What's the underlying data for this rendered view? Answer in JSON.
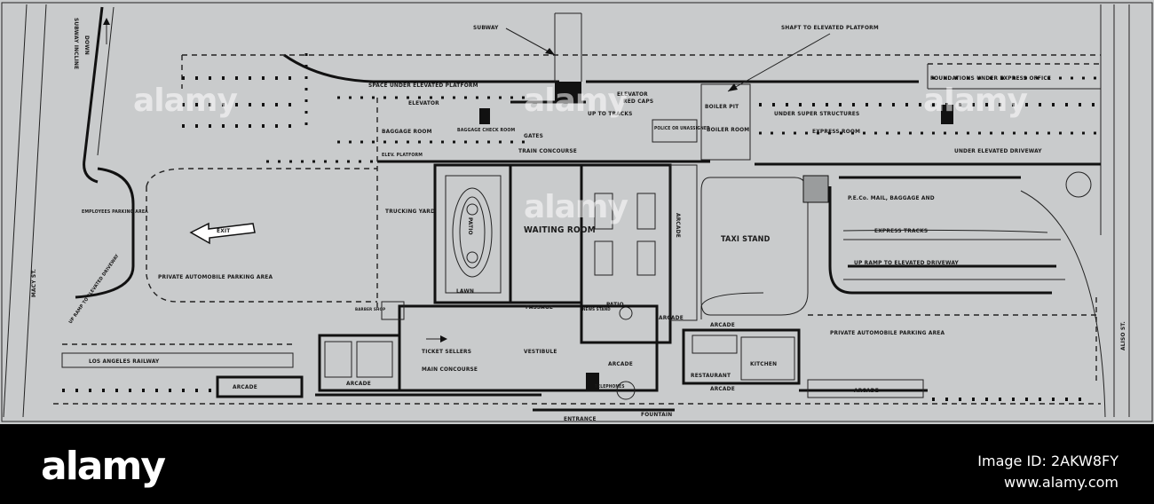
{
  "plan": {
    "labels": {
      "subway": "SUBWAY",
      "shaft": "SHAFT TO ELEVATED PLATFORM",
      "subway_incline": "SUBWAY INCLINE",
      "down": "DOWN",
      "space_under": "SPACE UNDER ELEVATED PLATFORM",
      "foundations": "FOUNDATIONS UNDER EXPRESS OFFICE",
      "elevator_left": "ELEVATOR",
      "elevator_right": "ELEVATOR",
      "red_caps": "RED CAPS",
      "up_to_tracks": "UP TO TRACKS",
      "boiler_pit": "BOILER PIT",
      "boiler_room": "BOILER ROOM",
      "under_super": "UNDER SUPER STRUCTURES",
      "express_room": "EXPRESS ROOM",
      "under_elevated_driveway": "UNDER ELEVATED DRIVEWAY",
      "baggage_room": "BAGGAGE ROOM",
      "baggage_check_room": "BAGGAGE CHECK ROOM",
      "gates": "GATES",
      "train_concourse": "TRAIN CONCOURSE",
      "police": "POLICE OR UNASSIGNED",
      "elev_platform": "ELEV. PLATFORM",
      "employees_parking": "EMPLOYEES PARKING AREA",
      "exit": "EXIT",
      "trucking_yard": "TRUCKING YARD",
      "patio_left": "PATIO",
      "lawn": "LAWN",
      "waiting_room": "WAITING ROOM",
      "patio_center": "PATIO",
      "passage": "PASSAGE",
      "news_stand": "NEWS STAND",
      "arcade_vertical": "ARCADE",
      "taxi_stand": "TAXI STAND",
      "pe_mail": "P.E.Co. MAIL, BAGGAGE AND",
      "express_tracks": "EXPRESS TRACKS",
      "up_ramp": "UP RAMP TO ELEVATED DRIVEWAY",
      "private_parking_left": "PRIVATE AUTOMOBILE PARKING AREA",
      "ramp_to_elevated": "UP RAMP TO ELEVATED DRIVEWAY",
      "barber_shop": "BARBER SHOP",
      "ticket_sellers": "TICKET SELLERS",
      "vestibule": "VESTIBULE",
      "main_concourse": "MAIN CONCOURSE",
      "arcade_center": "ARCADE",
      "arcade_news": "ARCADE",
      "arcade_right": "ARCADE",
      "private_parking_right": "PRIVATE AUTOMOBILE PARKING AREA",
      "kitchen": "KITCHEN",
      "restaurant": "RESTAURANT",
      "arcade_rest": "ARCADE",
      "telephones": "TELEPHONES",
      "los_angeles_railway": "LOS ANGELES RAILWAY",
      "arcade_bl1": "ARCADE",
      "arcade_bl2": "ARCADE",
      "arcade_br": "ARCADE",
      "entrance": "ENTRANCE",
      "fountain": "FOUNTAIN",
      "macy_st": "MACY ST.",
      "aliso_st": "ALISO ST."
    },
    "watermark": "alamy"
  },
  "footer": {
    "logo": "alamy",
    "image_id": "Image ID: 2AKW8FY",
    "site": "www.alamy.com"
  },
  "colors": {
    "paper": "#c9cbcc",
    "ink": "#111111",
    "footer_bg": "#000000"
  }
}
